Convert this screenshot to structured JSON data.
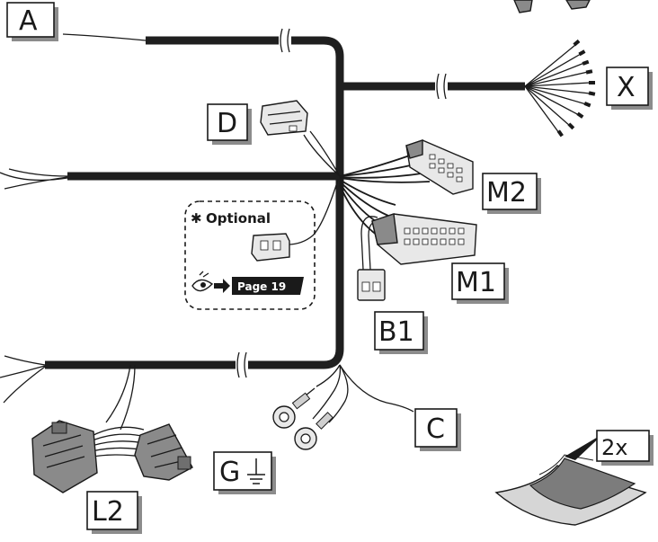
{
  "labels": {
    "a": "A",
    "x": "X",
    "d": "D",
    "m2": "M2",
    "m1": "M1",
    "b1": "B1",
    "c": "C",
    "g": "G",
    "l2": "L2",
    "quantity": "2x"
  },
  "optional": {
    "star": "✱",
    "text": "Optional",
    "page_ref": "Page 19"
  },
  "icons": {
    "eye": "eye-icon",
    "arrow": "arrow-right-icon",
    "ground": "ground-symbol-icon"
  }
}
